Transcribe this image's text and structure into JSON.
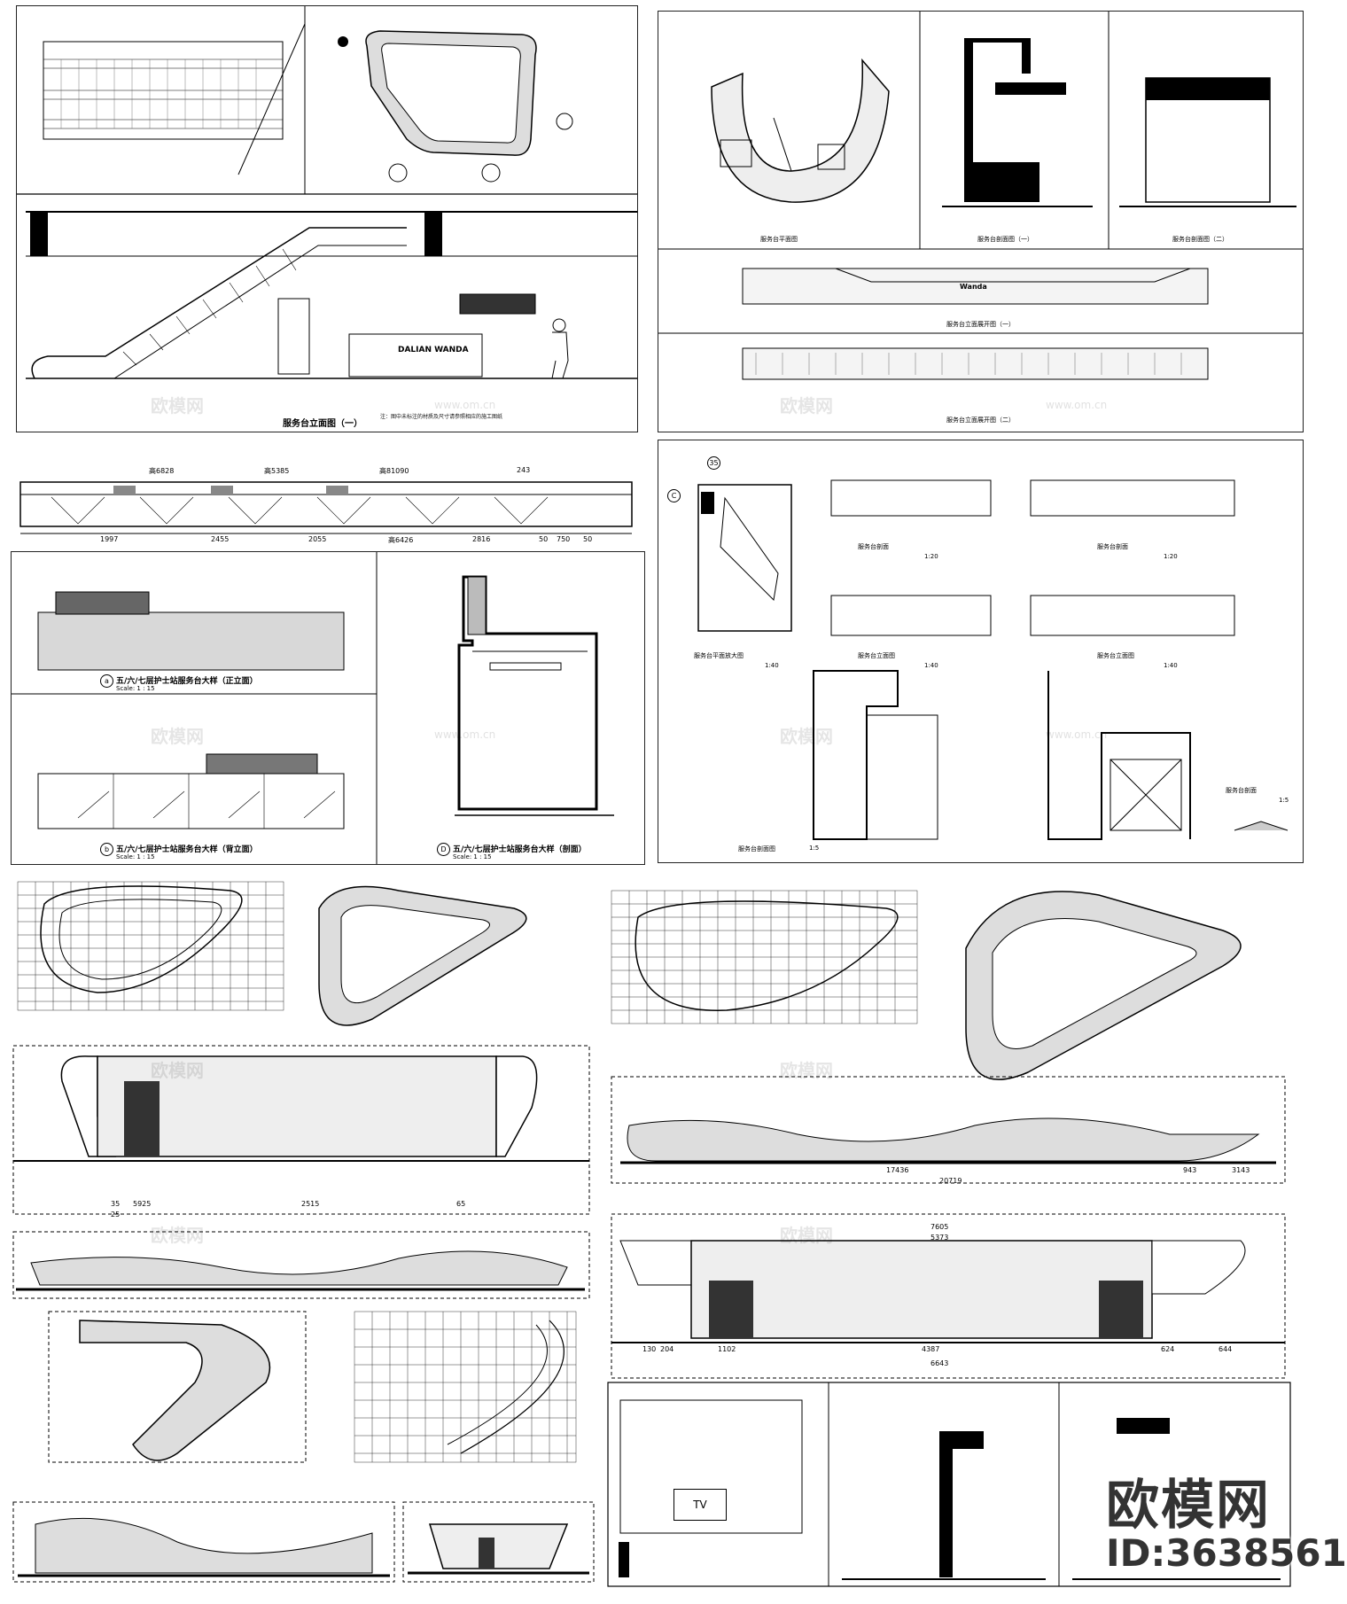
{
  "sheets": {
    "s1": {
      "caption": "服务台立面图（一）",
      "note": "注：图中未标注的材质及尺寸请参照相应的施工图纸",
      "brand_sign": "DALIAN WANDA"
    },
    "s2": {
      "cap1": "服务台平面图",
      "cap2": "服务台剖面图（一）",
      "cap3": "服务台剖面图（二）",
      "cap4": "服务台立面展开图（一）",
      "cap5": "服务台立面展开图（二）",
      "brand_sign": "Wanda"
    },
    "s3": {
      "dims": [
        "1997",
        "2455",
        "2055",
        "高6426",
        "2816",
        "50",
        "750",
        "50"
      ],
      "labels": [
        "高6828",
        "高5385",
        "高81090",
        "243"
      ]
    },
    "s4": {
      "cap_a": "五/六/七层护士站服务台大样（正立面）",
      "scale_a": "Scale: 1 : 15",
      "cap_b": "五/六/七层护士站服务台大样（背立面）",
      "scale_b": "Scale: 1 : 15",
      "cap_d": "五/六/七层护士站服务台大样（剖面）",
      "scale_d": "Scale: 1 : 15",
      "mark_a": "a",
      "mark_b": "b",
      "mark_d": "D"
    },
    "s5": {
      "cap_a": "服务台平面放大图",
      "scale_a": "1:40",
      "cap_b": "服务台剖面",
      "scale_b": "1:20",
      "cap_c": "服务台剖面",
      "scale_c": "1:20",
      "cap_d": "服务台立面图",
      "scale_d": "1:40",
      "cap_e": "服务台立面图",
      "scale_e": "1:40",
      "cap_f": "服务台剖面图",
      "scale_f": "1:5",
      "cap_g": "服务台剖面",
      "scale_g": "1:5",
      "mark_35": "35",
      "mark_c": "C"
    },
    "lower_left": {
      "dims": [
        "35",
        "5925",
        "2515",
        "65",
        "25"
      ]
    },
    "lower_right": {
      "dims": [
        "17436",
        "943",
        "3143",
        "20719"
      ]
    },
    "lower_right2": {
      "dims": [
        "7605",
        "5373",
        "130",
        "204",
        "1102",
        "4387",
        "624",
        "644",
        "6643"
      ]
    },
    "bottom": {
      "tv_label": "TV"
    }
  },
  "watermark": {
    "cn": "欧模网",
    "url": "www.om.cn"
  },
  "brand": {
    "name": "欧模网",
    "id": "ID:3638561"
  }
}
